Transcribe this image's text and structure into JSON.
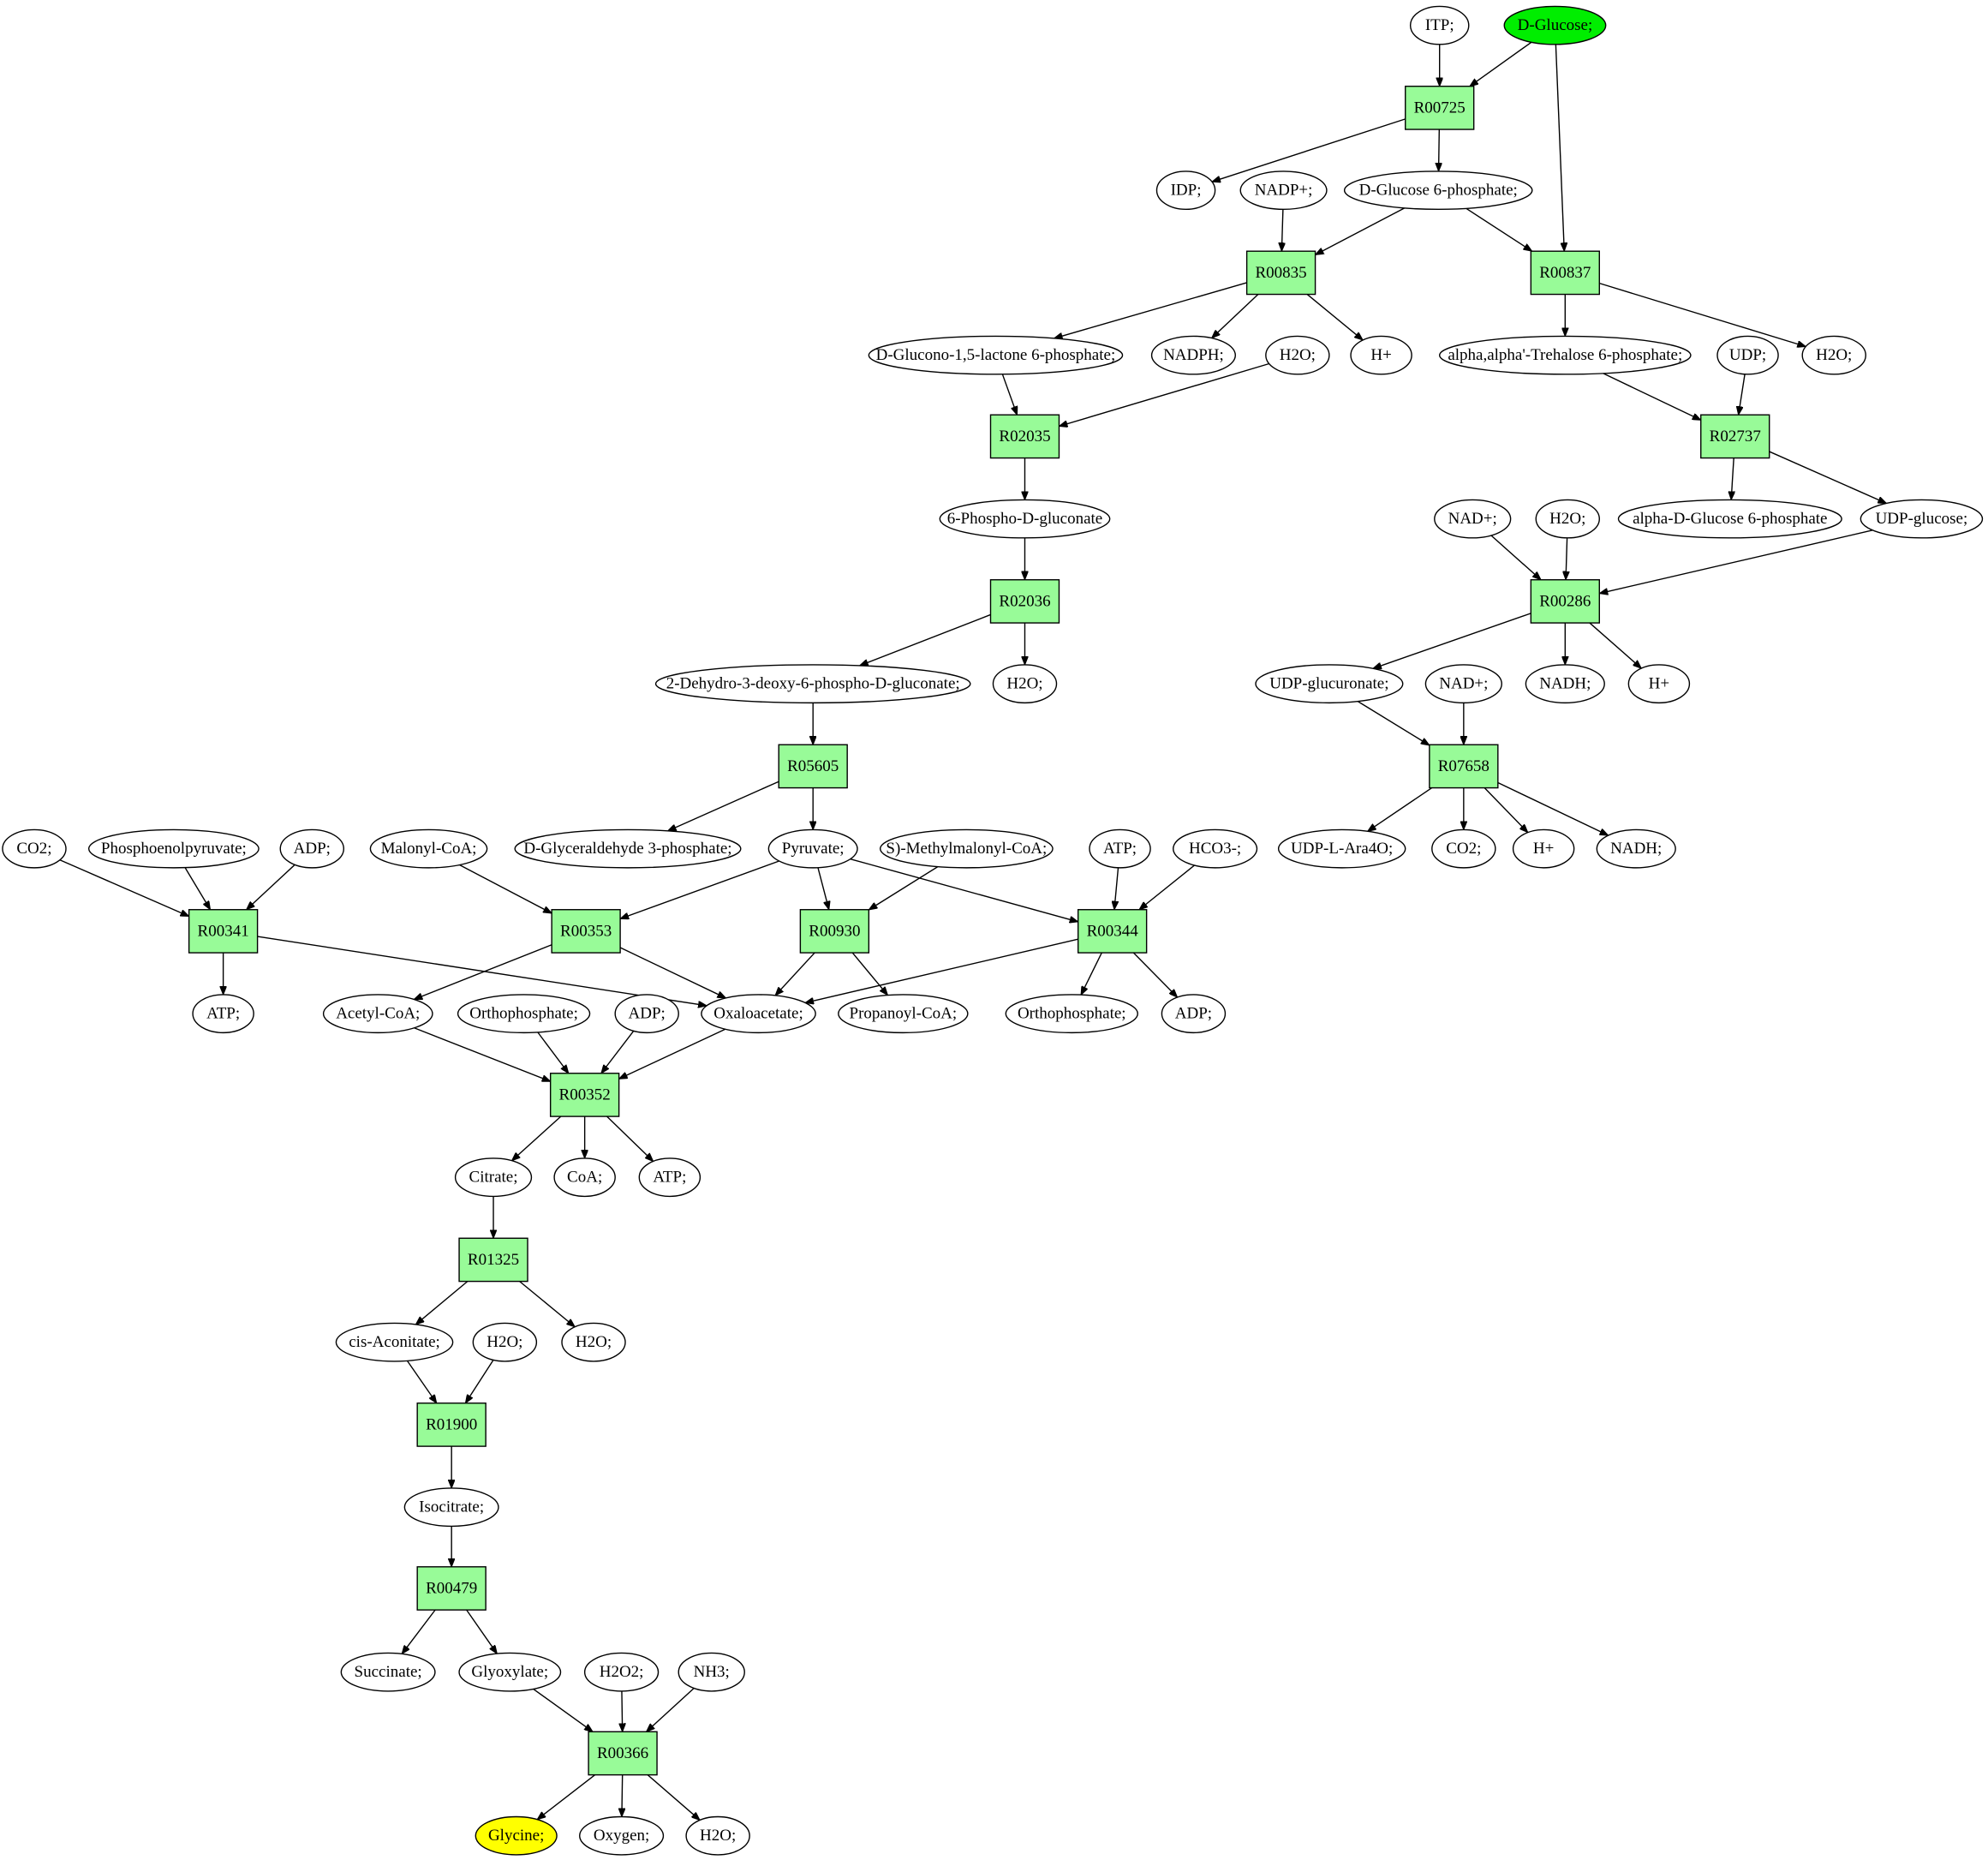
{
  "colors": {
    "reaction_fill": "#98fb98",
    "source_fill": "#00ee00",
    "target_fill": "#ffff00",
    "default_fill": "#ffffff",
    "stroke": "#000000"
  },
  "nodes": [
    {
      "id": "itp",
      "kind": "compound",
      "label": "ITP;"
    },
    {
      "id": "dglucose",
      "kind": "compound",
      "label": "D-Glucose;",
      "role": "source"
    },
    {
      "id": "R00725",
      "kind": "reaction",
      "label": "R00725"
    },
    {
      "id": "idp",
      "kind": "compound",
      "label": "IDP;"
    },
    {
      "id": "nadp",
      "kind": "compound",
      "label": "NADP+;"
    },
    {
      "id": "g6p",
      "kind": "compound",
      "label": "D-Glucose 6-phosphate;"
    },
    {
      "id": "R00835",
      "kind": "reaction",
      "label": "R00835"
    },
    {
      "id": "R00837",
      "kind": "reaction",
      "label": "R00837"
    },
    {
      "id": "glucono",
      "kind": "compound",
      "label": "D-Glucono-1,5-lactone 6-phosphate;"
    },
    {
      "id": "nadph",
      "kind": "compound",
      "label": "NADPH;"
    },
    {
      "id": "h2o_a",
      "kind": "compound",
      "label": "H2O;"
    },
    {
      "id": "hplus_a",
      "kind": "compound",
      "label": "H+"
    },
    {
      "id": "trehalose",
      "kind": "compound",
      "label": "alpha,alpha'-Trehalose 6-phosphate;"
    },
    {
      "id": "udp",
      "kind": "compound",
      "label": "UDP;"
    },
    {
      "id": "h2o_b",
      "kind": "compound",
      "label": "H2O;"
    },
    {
      "id": "R02035",
      "kind": "reaction",
      "label": "R02035"
    },
    {
      "id": "R02737",
      "kind": "reaction",
      "label": "R02737"
    },
    {
      "id": "phosphogluconate",
      "kind": "compound",
      "label": "6-Phospho-D-gluconate"
    },
    {
      "id": "nad_a",
      "kind": "compound",
      "label": "NAD+;"
    },
    {
      "id": "h2o_c",
      "kind": "compound",
      "label": "H2O;"
    },
    {
      "id": "agluc6p",
      "kind": "compound",
      "label": "alpha-D-Glucose 6-phosphate"
    },
    {
      "id": "udpglucose",
      "kind": "compound",
      "label": "UDP-glucose;"
    },
    {
      "id": "R02036",
      "kind": "reaction",
      "label": "R02036"
    },
    {
      "id": "R00286",
      "kind": "reaction",
      "label": "R00286"
    },
    {
      "id": "kdpg",
      "kind": "compound",
      "label": "2-Dehydro-3-deoxy-6-phospho-D-gluconate;"
    },
    {
      "id": "h2o_d",
      "kind": "compound",
      "label": "H2O;"
    },
    {
      "id": "udpglucuronate",
      "kind": "compound",
      "label": "UDP-glucuronate;"
    },
    {
      "id": "nad_b",
      "kind": "compound",
      "label": "NAD+;"
    },
    {
      "id": "nadh_a",
      "kind": "compound",
      "label": "NADH;"
    },
    {
      "id": "hplus_b",
      "kind": "compound",
      "label": "H+"
    },
    {
      "id": "R05605",
      "kind": "reaction",
      "label": "R05605"
    },
    {
      "id": "R07658",
      "kind": "reaction",
      "label": "R07658"
    },
    {
      "id": "co2_a",
      "kind": "compound",
      "label": "CO2;"
    },
    {
      "id": "pep",
      "kind": "compound",
      "label": "Phosphoenolpyruvate;"
    },
    {
      "id": "adp_a",
      "kind": "compound",
      "label": "ADP;"
    },
    {
      "id": "malonyl",
      "kind": "compound",
      "label": "Malonyl-CoA;"
    },
    {
      "id": "gap",
      "kind": "compound",
      "label": "D-Glyceraldehyde 3-phosphate;"
    },
    {
      "id": "pyruvate",
      "kind": "compound",
      "label": "Pyruvate;"
    },
    {
      "id": "methylmalonyl",
      "kind": "compound",
      "label": "S)-Methylmalonyl-CoA;"
    },
    {
      "id": "atp_a",
      "kind": "compound",
      "label": "ATP;"
    },
    {
      "id": "hco3",
      "kind": "compound",
      "label": "HCO3-;"
    },
    {
      "id": "udparaf",
      "kind": "compound",
      "label": "UDP-L-Ara4O;"
    },
    {
      "id": "co2_b",
      "kind": "compound",
      "label": "CO2;"
    },
    {
      "id": "hplus_c",
      "kind": "compound",
      "label": "H+"
    },
    {
      "id": "nadh_b",
      "kind": "compound",
      "label": "NADH;"
    },
    {
      "id": "R00341",
      "kind": "reaction",
      "label": "R00341"
    },
    {
      "id": "R00353",
      "kind": "reaction",
      "label": "R00353"
    },
    {
      "id": "R00930",
      "kind": "reaction",
      "label": "R00930"
    },
    {
      "id": "R00344",
      "kind": "reaction",
      "label": "R00344"
    },
    {
      "id": "atp_b",
      "kind": "compound",
      "label": "ATP;"
    },
    {
      "id": "acetylcoa",
      "kind": "compound",
      "label": "Acetyl-CoA;"
    },
    {
      "id": "ortho_a",
      "kind": "compound",
      "label": "Orthophosphate;"
    },
    {
      "id": "adp_b",
      "kind": "compound",
      "label": "ADP;"
    },
    {
      "id": "oxaloacetate",
      "kind": "compound",
      "label": "Oxaloacetate;"
    },
    {
      "id": "propanoyl",
      "kind": "compound",
      "label": "Propanoyl-CoA;"
    },
    {
      "id": "ortho_b",
      "kind": "compound",
      "label": "Orthophosphate;"
    },
    {
      "id": "adp_c",
      "kind": "compound",
      "label": "ADP;"
    },
    {
      "id": "R00352",
      "kind": "reaction",
      "label": "R00352"
    },
    {
      "id": "citrate",
      "kind": "compound",
      "label": "Citrate;"
    },
    {
      "id": "coa",
      "kind": "compound",
      "label": "CoA;"
    },
    {
      "id": "atp_c",
      "kind": "compound",
      "label": "ATP;"
    },
    {
      "id": "R01325",
      "kind": "reaction",
      "label": "R01325"
    },
    {
      "id": "cisaconitate",
      "kind": "compound",
      "label": "cis-Aconitate;"
    },
    {
      "id": "h2o_e",
      "kind": "compound",
      "label": "H2O;"
    },
    {
      "id": "h2o_f",
      "kind": "compound",
      "label": "H2O;"
    },
    {
      "id": "R01900",
      "kind": "reaction",
      "label": "R01900"
    },
    {
      "id": "isocitrate",
      "kind": "compound",
      "label": "Isocitrate;"
    },
    {
      "id": "R00479",
      "kind": "reaction",
      "label": "R00479"
    },
    {
      "id": "succinate",
      "kind": "compound",
      "label": "Succinate;"
    },
    {
      "id": "glyoxylate",
      "kind": "compound",
      "label": "Glyoxylate;"
    },
    {
      "id": "h2o2",
      "kind": "compound",
      "label": "H2O2;"
    },
    {
      "id": "nh3",
      "kind": "compound",
      "label": "NH3;"
    },
    {
      "id": "R00366",
      "kind": "reaction",
      "label": "R00366"
    },
    {
      "id": "glycine",
      "kind": "compound",
      "label": "Glycine;",
      "role": "target"
    },
    {
      "id": "oxygen",
      "kind": "compound",
      "label": "Oxygen;"
    },
    {
      "id": "h2o_g",
      "kind": "compound",
      "label": "H2O;"
    }
  ],
  "edges": [
    [
      "itp",
      "R00725"
    ],
    [
      "dglucose",
      "R00725"
    ],
    [
      "dglucose",
      "R00837"
    ],
    [
      "R00725",
      "idp"
    ],
    [
      "R00725",
      "g6p"
    ],
    [
      "nadp",
      "R00835"
    ],
    [
      "g6p",
      "R00835"
    ],
    [
      "g6p",
      "R00837"
    ],
    [
      "R00835",
      "glucono"
    ],
    [
      "R00835",
      "nadph"
    ],
    [
      "R00835",
      "hplus_a"
    ],
    [
      "R00837",
      "trehalose"
    ],
    [
      "R00837",
      "h2o_b"
    ],
    [
      "glucono",
      "R02035"
    ],
    [
      "h2o_a",
      "R02035"
    ],
    [
      "trehalose",
      "R02737"
    ],
    [
      "udp",
      "R02737"
    ],
    [
      "R02035",
      "phosphogluconate"
    ],
    [
      "R02737",
      "agluc6p"
    ],
    [
      "R02737",
      "udpglucose"
    ],
    [
      "phosphogluconate",
      "R02036"
    ],
    [
      "nad_a",
      "R00286"
    ],
    [
      "h2o_c",
      "R00286"
    ],
    [
      "udpglucose",
      "R00286"
    ],
    [
      "R02036",
      "kdpg"
    ],
    [
      "R02036",
      "h2o_d"
    ],
    [
      "R00286",
      "udpglucuronate"
    ],
    [
      "R00286",
      "nadh_a"
    ],
    [
      "R00286",
      "hplus_b"
    ],
    [
      "kdpg",
      "R05605"
    ],
    [
      "udpglucuronate",
      "R07658"
    ],
    [
      "nad_b",
      "R07658"
    ],
    [
      "R05605",
      "gap"
    ],
    [
      "R05605",
      "pyruvate"
    ],
    [
      "R07658",
      "udparaf"
    ],
    [
      "R07658",
      "co2_b"
    ],
    [
      "R07658",
      "hplus_c"
    ],
    [
      "R07658",
      "nadh_b"
    ],
    [
      "co2_a",
      "R00341"
    ],
    [
      "pep",
      "R00341"
    ],
    [
      "adp_a",
      "R00341"
    ],
    [
      "malonyl",
      "R00353"
    ],
    [
      "pyruvate",
      "R00353"
    ],
    [
      "pyruvate",
      "R00930"
    ],
    [
      "methylmalonyl",
      "R00930"
    ],
    [
      "pyruvate",
      "R00344"
    ],
    [
      "atp_a",
      "R00344"
    ],
    [
      "hco3",
      "R00344"
    ],
    [
      "R00341",
      "atp_b"
    ],
    [
      "R00341",
      "oxaloacetate"
    ],
    [
      "R00353",
      "acetylcoa"
    ],
    [
      "R00353",
      "oxaloacetate"
    ],
    [
      "R00930",
      "oxaloacetate"
    ],
    [
      "R00930",
      "propanoyl"
    ],
    [
      "R00344",
      "oxaloacetate"
    ],
    [
      "R00344",
      "ortho_b"
    ],
    [
      "R00344",
      "adp_c"
    ],
    [
      "acetylcoa",
      "R00352"
    ],
    [
      "ortho_a",
      "R00352"
    ],
    [
      "adp_b",
      "R00352"
    ],
    [
      "oxaloacetate",
      "R00352"
    ],
    [
      "R00352",
      "citrate"
    ],
    [
      "R00352",
      "coa"
    ],
    [
      "R00352",
      "atp_c"
    ],
    [
      "citrate",
      "R01325"
    ],
    [
      "R01325",
      "cisaconitate"
    ],
    [
      "R01325",
      "h2o_f"
    ],
    [
      "cisaconitate",
      "R01900"
    ],
    [
      "h2o_e",
      "R01900"
    ],
    [
      "R01900",
      "isocitrate"
    ],
    [
      "isocitrate",
      "R00479"
    ],
    [
      "R00479",
      "succinate"
    ],
    [
      "R00479",
      "glyoxylate"
    ],
    [
      "glyoxylate",
      "R00366"
    ],
    [
      "h2o2",
      "R00366"
    ],
    [
      "nh3",
      "R00366"
    ],
    [
      "R00366",
      "glycine"
    ],
    [
      "R00366",
      "oxygen"
    ],
    [
      "R00366",
      "h2o_g"
    ]
  ]
}
